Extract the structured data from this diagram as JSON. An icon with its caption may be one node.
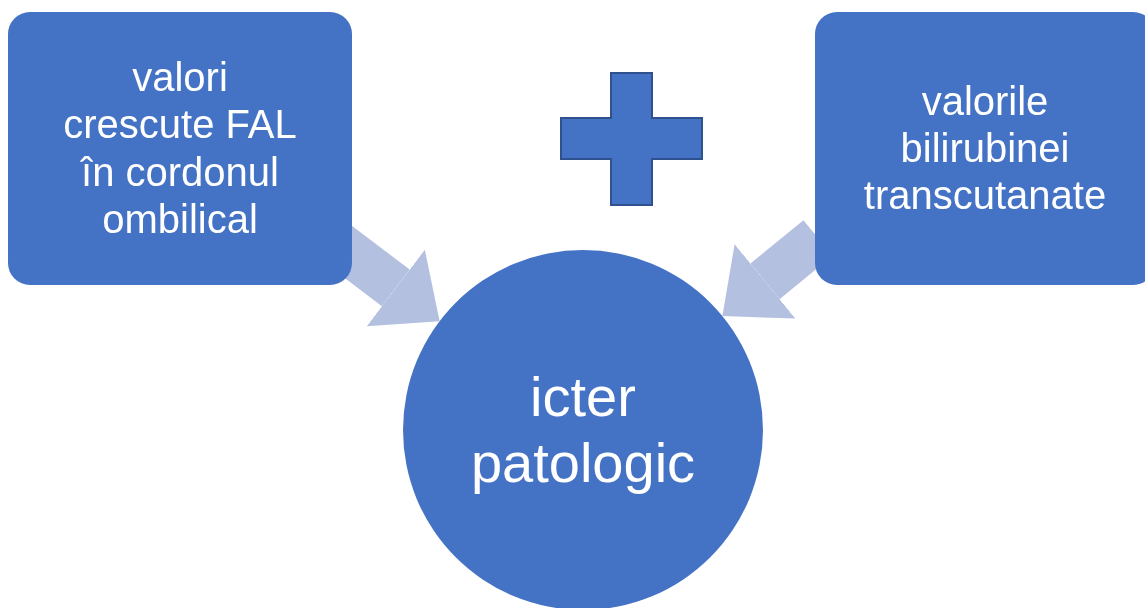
{
  "diagram": {
    "nodes": [
      {
        "text": [
          "valori crescute FAL în cordonul ombilical"
        ]
      },
      {
        "text": [
          "valorile bilirubinei transcutanate"
        ]
      },
      {
        "text": [
          "icter patologic"
        ]
      }
    ],
    "edges": [
      {
        "from": 0,
        "to": 2,
        "arrow": "to"
      },
      {
        "from": 1,
        "to": 2,
        "arrow": "to"
      }
    ]
  }
}
